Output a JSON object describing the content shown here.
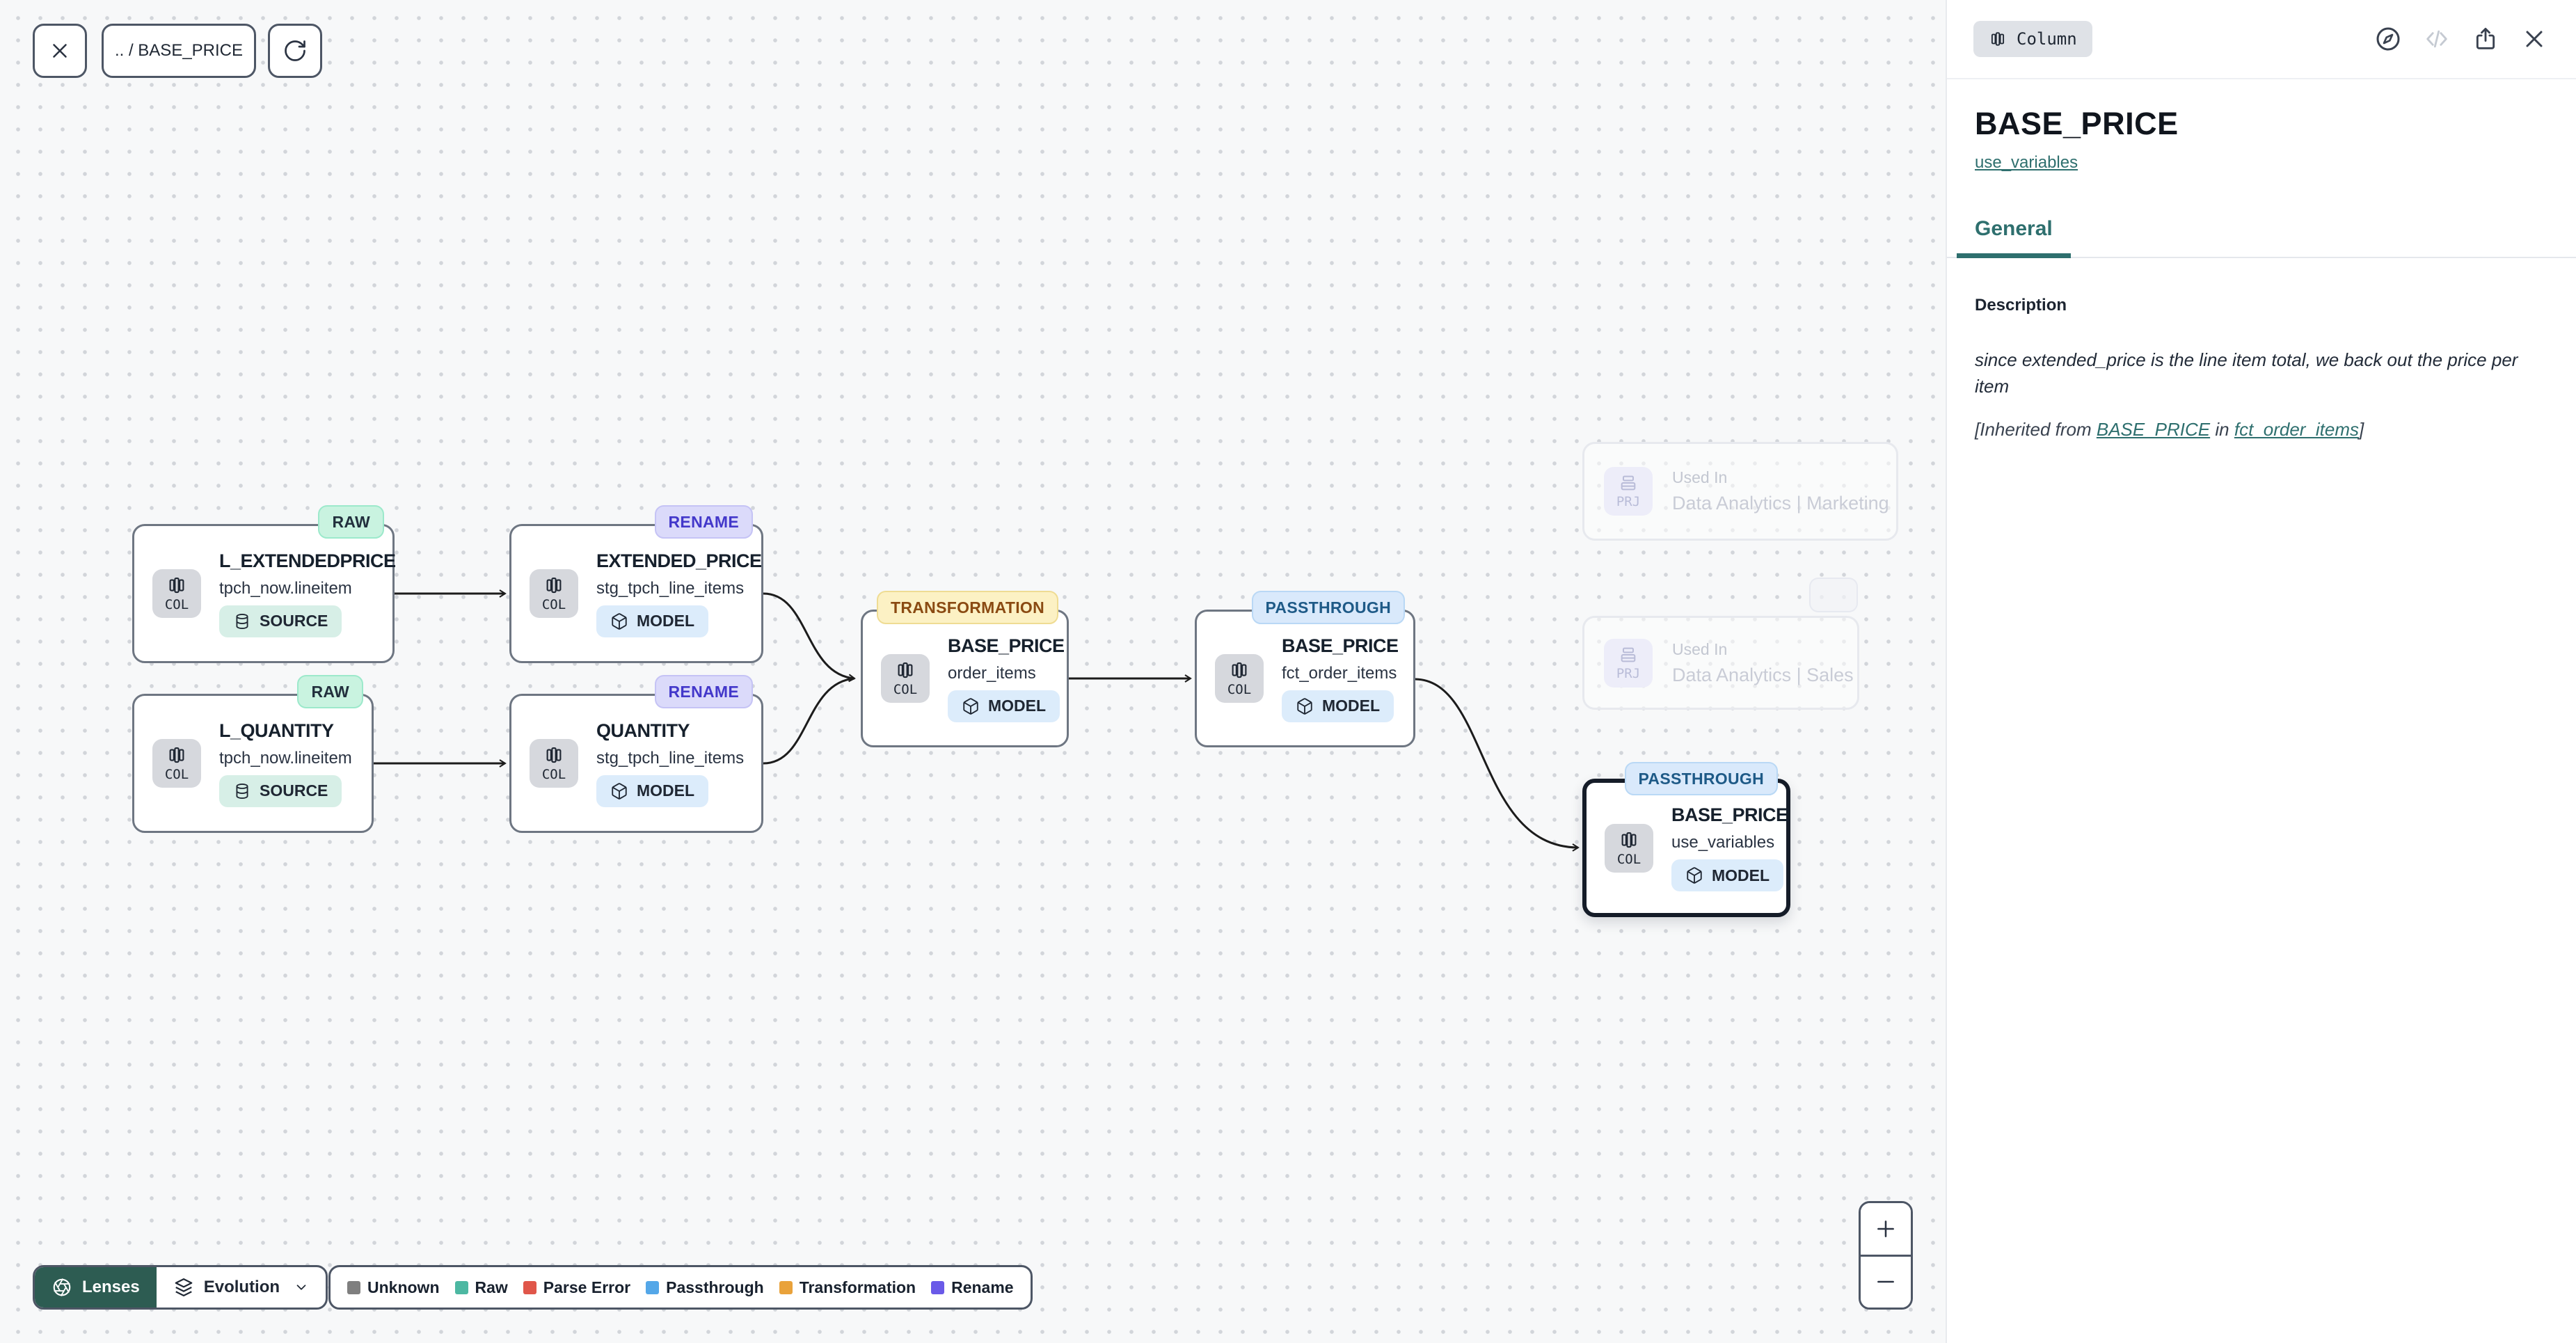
{
  "toolbar": {
    "breadcrumb": ".. / BASE_PRICE"
  },
  "canvas": {
    "nodes": [
      {
        "badge": "RAW",
        "chip": "COL",
        "title": "L_EXTENDEDPRICE",
        "table": "tpch_now.lineitem",
        "kind": "SOURCE"
      },
      {
        "badge": "RENAME",
        "chip": "COL",
        "title": "EXTENDED_PRICE",
        "table": "stg_tpch_line_items",
        "kind": "MODEL"
      },
      {
        "badge": "RAW",
        "chip": "COL",
        "title": "L_QUANTITY",
        "table": "tpch_now.lineitem",
        "kind": "SOURCE"
      },
      {
        "badge": "RENAME",
        "chip": "COL",
        "title": "QUANTITY",
        "table": "stg_tpch_line_items",
        "kind": "MODEL"
      },
      {
        "badge": "TRANSFORMATION",
        "chip": "COL",
        "title": "BASE_PRICE",
        "table": "order_items",
        "kind": "MODEL"
      },
      {
        "badge": "PASSTHROUGH",
        "chip": "COL",
        "title": "BASE_PRICE",
        "table": "fct_order_items",
        "kind": "MODEL"
      },
      {
        "badge": "PASSTHROUGH",
        "chip": "COL",
        "title": "BASE_PRICE",
        "table": "use_variables",
        "kind": "MODEL",
        "selected": true
      }
    ],
    "used_in": [
      {
        "chip": "PRJ",
        "label": "Used In",
        "title": "Data Analytics | Marketing"
      },
      {
        "chip": "PRJ",
        "label": "Used In",
        "title": "Data Analytics | Sales"
      }
    ]
  },
  "lenses": {
    "label": "Lenses",
    "mode": "Evolution"
  },
  "legend": {
    "items": [
      {
        "label": "Unknown",
        "color": "#7f7f7f"
      },
      {
        "label": "Raw",
        "color": "#4db8a2"
      },
      {
        "label": "Parse Error",
        "color": "#e0564a"
      },
      {
        "label": "Passthrough",
        "color": "#54a7e8"
      },
      {
        "label": "Transformation",
        "color": "#e9a23b"
      },
      {
        "label": "Rename",
        "color": "#6a5ae8"
      }
    ]
  },
  "zoom_controls": {
    "zoom_in": "+",
    "zoom_out": "−"
  },
  "panel": {
    "type_badge": "Column",
    "title": "BASE_PRICE",
    "subtitle_link": "use_variables",
    "tabs": [
      {
        "label": "General",
        "active": true
      }
    ],
    "description": {
      "label": "Description",
      "text": "since extended_price is the line item total, we back out the price per item",
      "inherited_prefix": "[Inherited from ",
      "inherited_link1": "BASE_PRICE",
      "inherited_middle": " in ",
      "inherited_link2": "fct_order_items",
      "inherited_suffix": "]"
    }
  },
  "colors": {
    "accent_teal": "#2e6f6e",
    "lenses_background": "#2d5c52",
    "canvas_background": "#f7f8f9",
    "edge": "#1c1c1c"
  }
}
